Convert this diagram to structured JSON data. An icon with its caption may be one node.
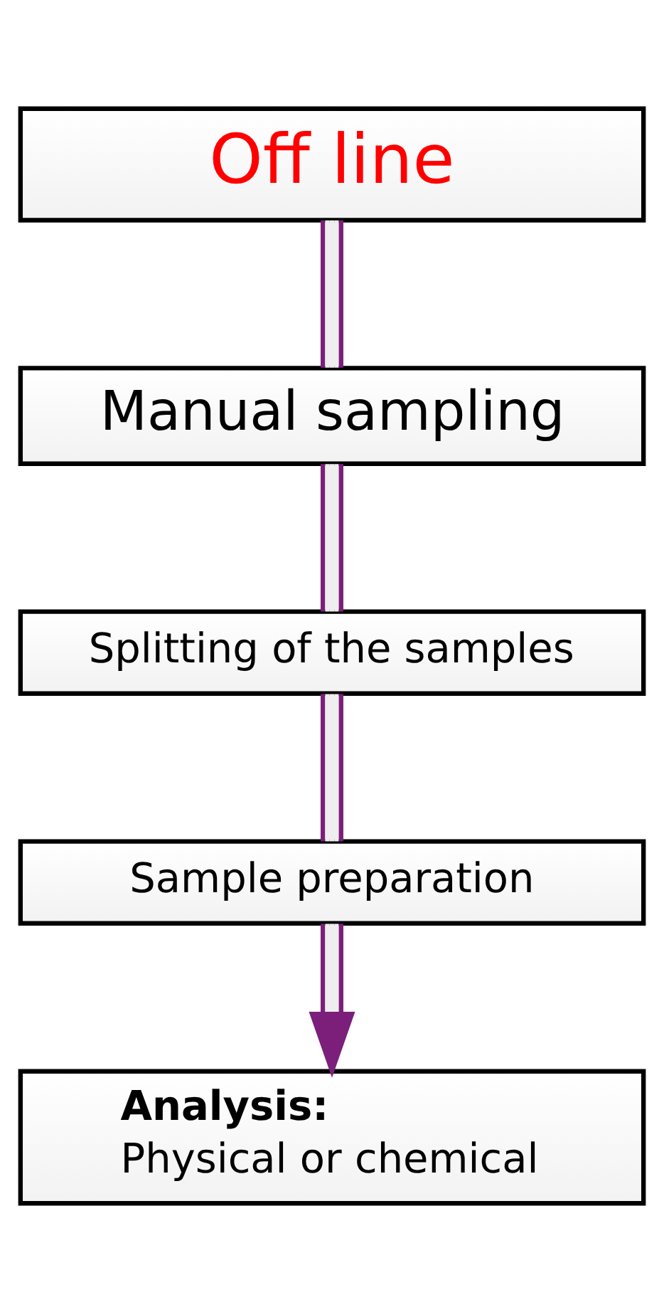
{
  "diagram": {
    "nodes": [
      {
        "text": [
          "Off line"
        ]
      },
      {
        "text": [
          "Manual sampling"
        ]
      },
      {
        "text": [
          "Splitting of the samples"
        ]
      },
      {
        "text": [
          "Sample preparation"
        ]
      },
      {
        "text": [
          "Analysis:",
          "Physical or chemical"
        ]
      }
    ],
    "edges": [
      {
        "from": 0,
        "to": 1,
        "arrow": "none"
      },
      {
        "from": 1,
        "to": 2,
        "arrow": "none"
      },
      {
        "from": 2,
        "to": 3,
        "arrow": "none"
      },
      {
        "from": 3,
        "to": 4,
        "arrow": "to"
      }
    ]
  }
}
